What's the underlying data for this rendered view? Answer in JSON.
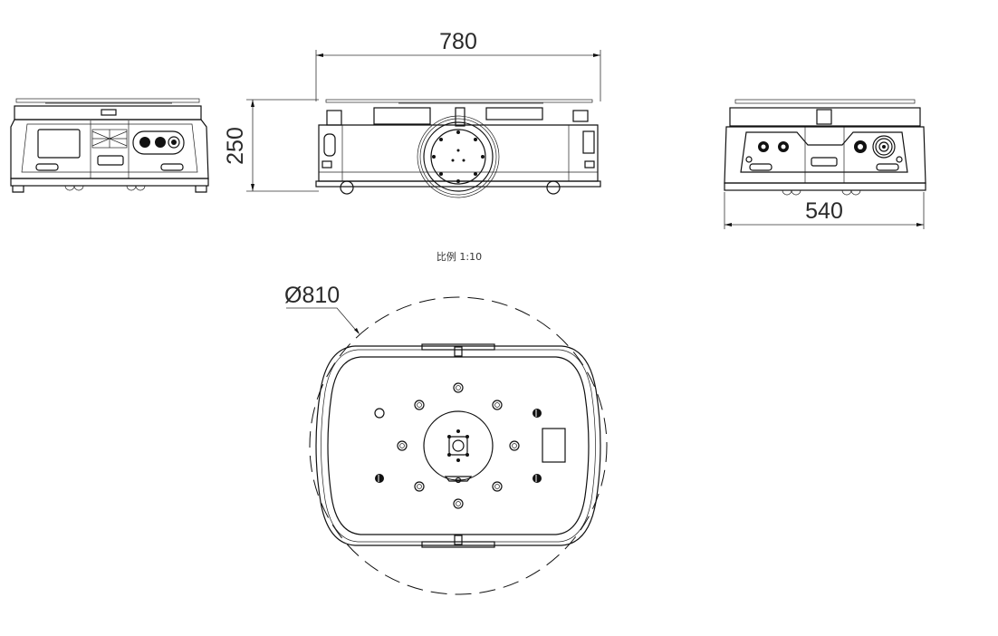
{
  "drawing": {
    "dimensions": {
      "length": "780",
      "height": "250",
      "width": "540",
      "diameter": "Ø810"
    },
    "scale_label": "比例 1:10",
    "views": [
      "front-view",
      "side-view",
      "rear-view",
      "top-view"
    ]
  }
}
